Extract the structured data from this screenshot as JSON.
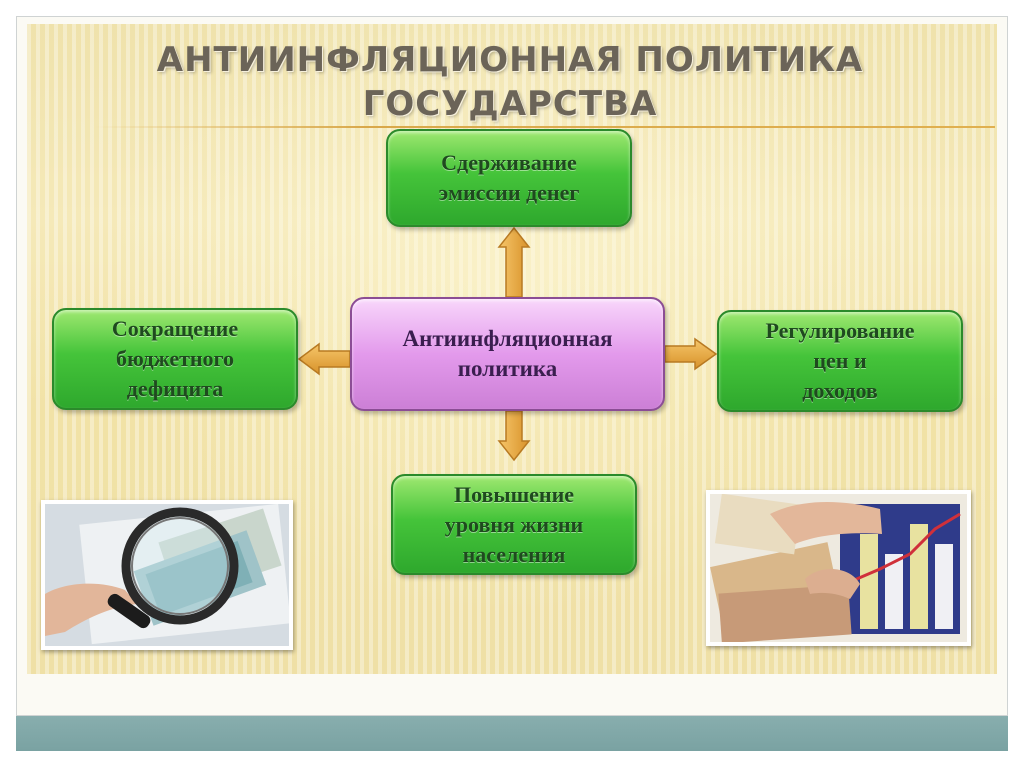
{
  "title": {
    "line1": "АНТИИНФЛЯЦИОННАЯ ПОЛИТИКА",
    "line2": "ГОСУДАРСТВА"
  },
  "diagram": {
    "center": "Антиинфляционная\nполитика",
    "top": "Сдерживание\nэмиссии денег",
    "left": "Сокращение\nбюджетного\nдефицита",
    "right": "Регулирование\nцен и\nдоходов",
    "bottom": "Повышение\nуровня жизни\nнаселения"
  },
  "colors": {
    "box_green": "#45c43a",
    "box_center": "#e39aec",
    "arrow": "#e7a83a",
    "bottom_bar": "#7fa7a7"
  },
  "images": {
    "left": "magnifying-glass-over-banknotes",
    "right": "banknotes-and-growth-chart"
  }
}
